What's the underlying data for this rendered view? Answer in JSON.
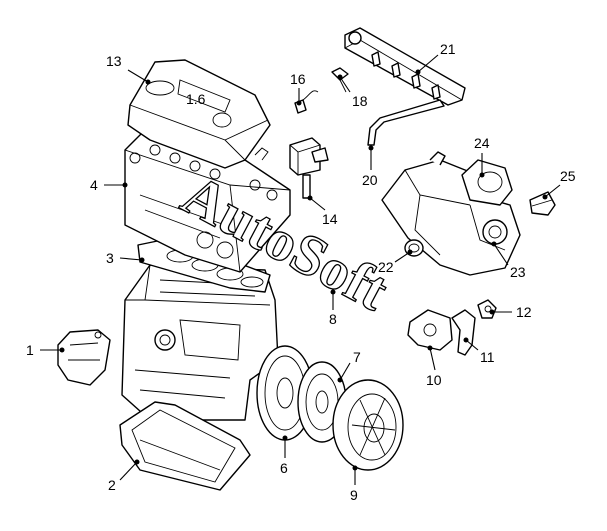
{
  "watermark": "AutoSoft",
  "cover_marking": "1.6",
  "callouts": [
    "1",
    "2",
    "3",
    "4",
    "6",
    "7",
    "8",
    "9",
    "10",
    "11",
    "12",
    "13",
    "14",
    "16",
    "18",
    "20",
    "21",
    "22",
    "23",
    "24",
    "25"
  ]
}
